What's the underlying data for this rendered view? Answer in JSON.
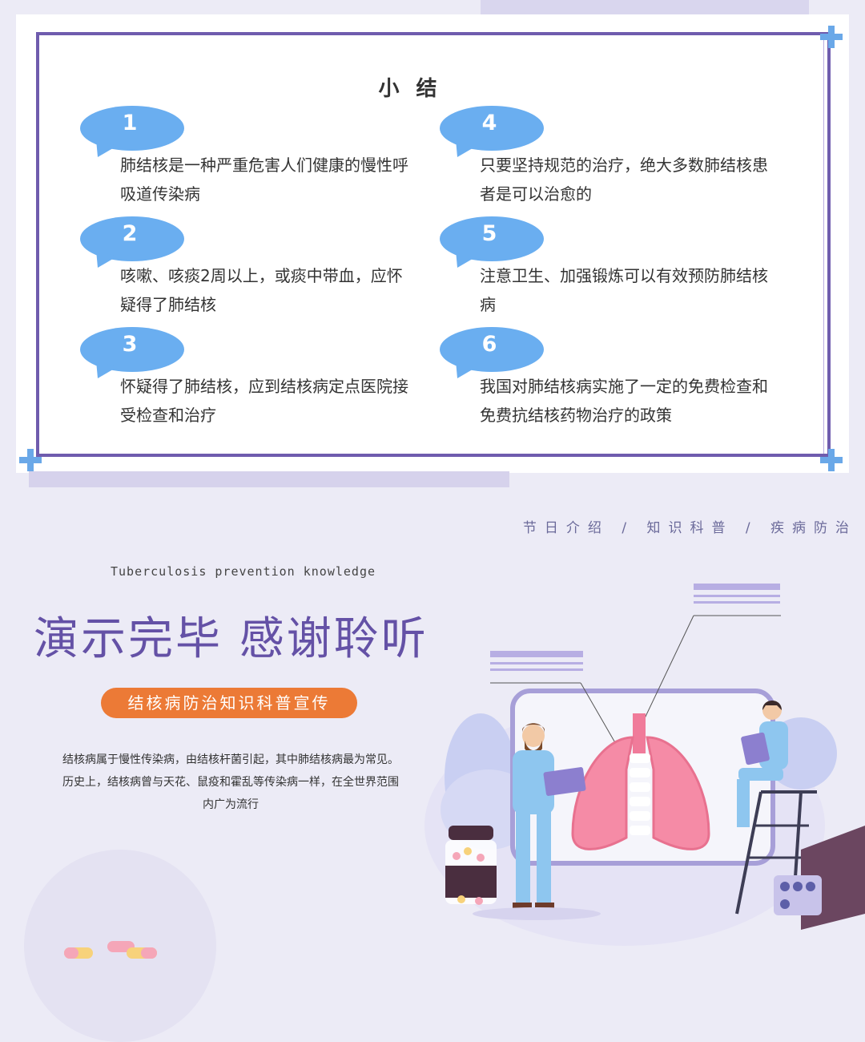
{
  "summary": {
    "title": "小 结",
    "items": [
      {
        "number": "1",
        "text": "肺结核是一种严重危害人们健康的慢性呼吸道传染病"
      },
      {
        "number": "2",
        "text": "咳嗽、咳痰2周以上，或痰中带血，应怀疑得了肺结核"
      },
      {
        "number": "3",
        "text": "怀疑得了肺结核，应到结核病定点医院接受检查和治疗"
      },
      {
        "number": "4",
        "text": "只要坚持规范的治疗，绝大多数肺结核患者是可以治愈的"
      },
      {
        "number": "5",
        "text": "注意卫生、加强锻炼可以有效预防肺结核病"
      },
      {
        "number": "6",
        "text": "我国对肺结核病实施了一定的免费检查和免费抗结核药物治疗的政策"
      }
    ]
  },
  "closing": {
    "tags": "节日介绍 / 知识科普 / 疾病防治",
    "subtitle_en": "Tuberculosis prevention knowledge",
    "title": "演示完毕  感谢聆听",
    "tag_pill": "结核病防治知识科普宣传",
    "description": "结核病属于慢性传染病，由结核杆菌引起，其中肺结核病最为常见。历史上，结核病曾与天花、鼠疫和霍乱等传染病一样，在全世界范围内广为流行"
  },
  "colors": {
    "frame": "#6f5cae",
    "bubble": "#6aaef0",
    "title_purple": "#6451a6",
    "pill_orange": "#ec7a36",
    "background": "#ecebf6"
  }
}
